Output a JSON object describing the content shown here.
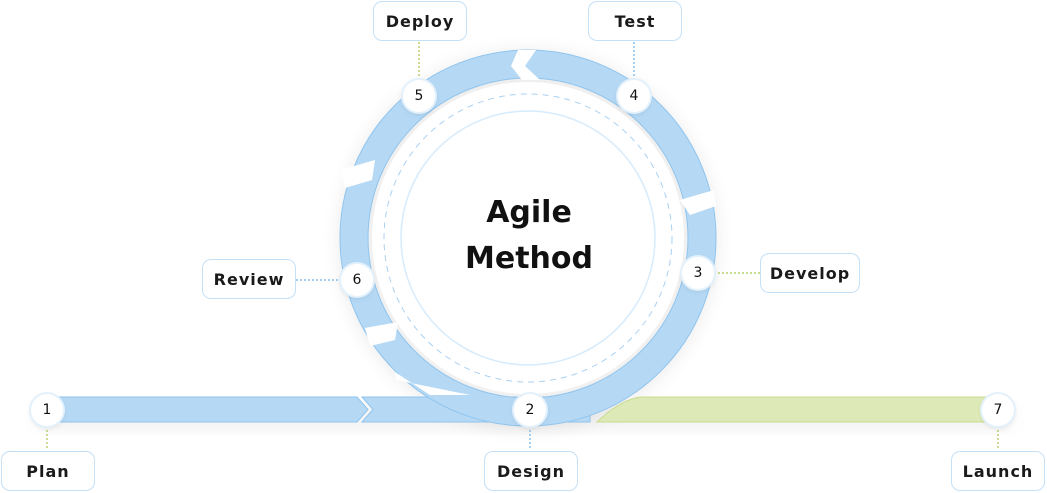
{
  "title": {
    "line1": "Agile",
    "line2": "Method"
  },
  "steps": [
    {
      "number": "1",
      "label": "Plan"
    },
    {
      "number": "2",
      "label": "Design"
    },
    {
      "number": "3",
      "label": "Develop"
    },
    {
      "number": "4",
      "label": "Test"
    },
    {
      "number": "5",
      "label": "Deploy"
    },
    {
      "number": "6",
      "label": "Review"
    },
    {
      "number": "7",
      "label": "Launch"
    }
  ],
  "colors": {
    "blue": "#b5d9f5",
    "blue_edge": "#8fc4ee",
    "green": "#dde9b6",
    "connector_green": "#a8c64a",
    "connector_blue": "#6cb4ee"
  }
}
